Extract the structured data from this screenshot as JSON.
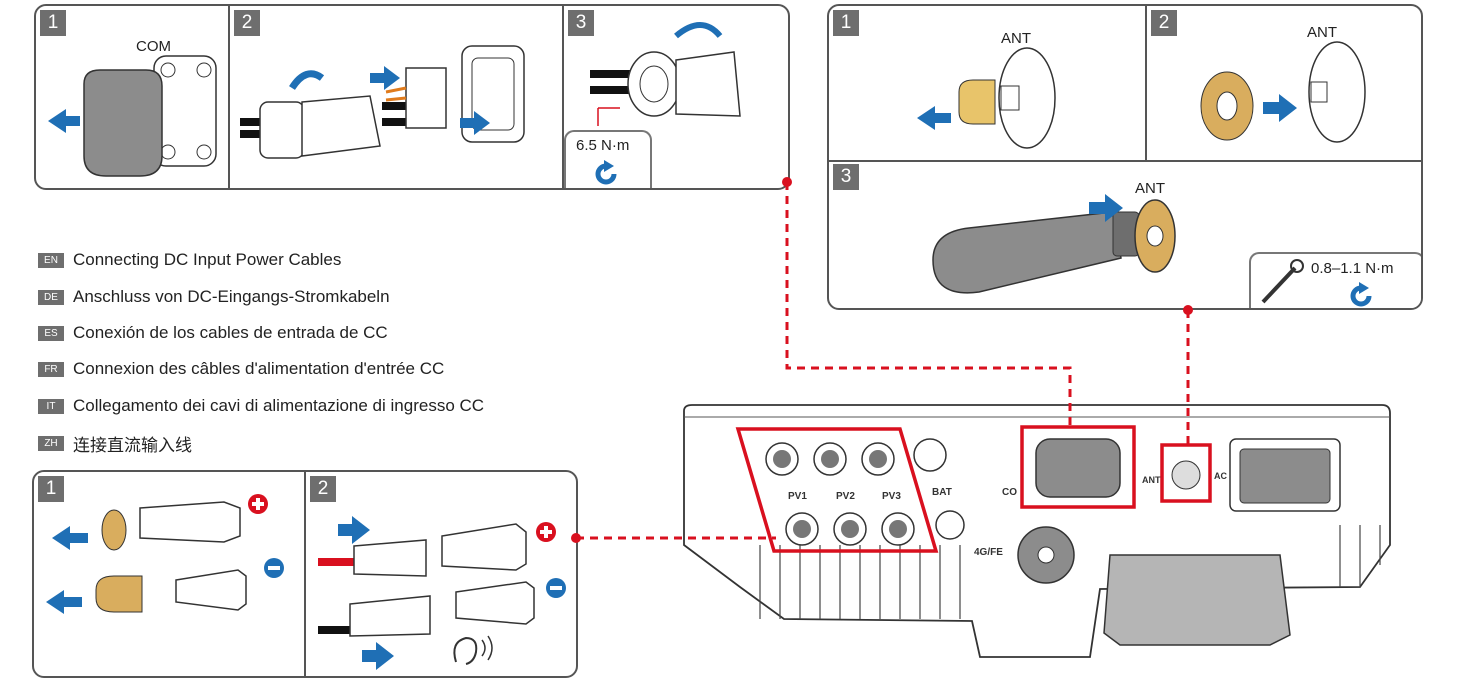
{
  "com_panel": {
    "steps": [
      "1",
      "2",
      "3"
    ],
    "com_label": "COM",
    "torque": "6.5 N·m"
  },
  "ant_panel": {
    "steps": [
      "1",
      "2",
      "3"
    ],
    "ant_label": "ANT",
    "torque": "0.8–1.1 N·m"
  },
  "languages": [
    {
      "code": "EN",
      "text": "Connecting DC Input Power Cables"
    },
    {
      "code": "DE",
      "text": "Anschluss von DC-Eingangs-Stromkabeln"
    },
    {
      "code": "ES",
      "text": "Conexión de los cables de entrada de CC"
    },
    {
      "code": "FR",
      "text": "Connexion des câbles d'alimentation d'entrée CC"
    },
    {
      "code": "IT",
      "text": "Collegamento dei cavi di alimentazione di ingresso CC"
    },
    {
      "code": "ZH",
      "text": "连接直流输入线"
    }
  ],
  "dc_panel": {
    "steps": [
      "1",
      "2"
    ]
  },
  "inverter": {
    "port_labels": [
      "PV1",
      "PV2",
      "PV3",
      "BAT",
      "4G/FE",
      "CO",
      "ANT",
      "AC"
    ]
  },
  "colors": {
    "accent_blue": "#1f6fb5",
    "highlight_red": "#d9101f",
    "plug_gold": "#d9ad5e",
    "badge_gray": "#6e6e6e"
  }
}
